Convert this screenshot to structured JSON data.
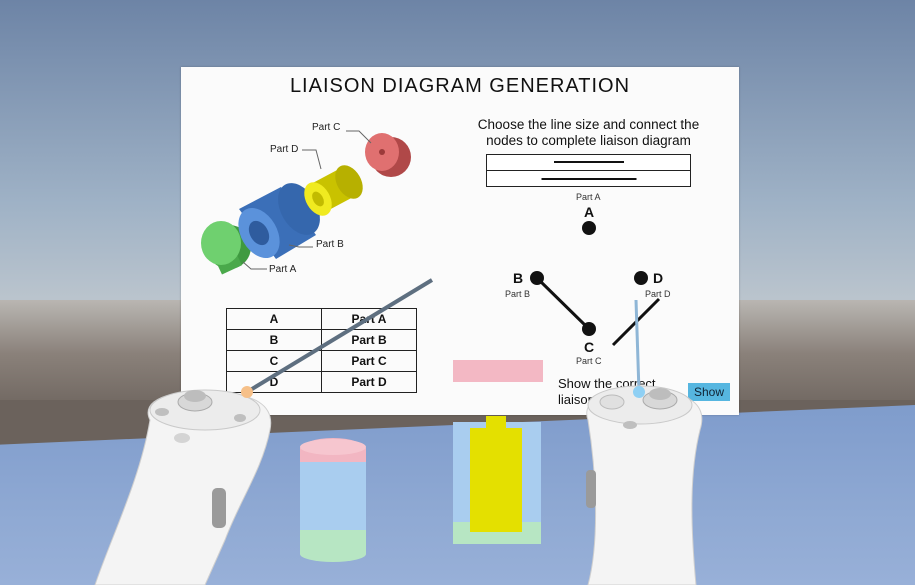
{
  "board": {
    "title": "LIAISON DIAGRAM GENERATION",
    "instruction_line1": "Choose the line size and connect the",
    "instruction_line2": "nodes to complete liaison diagram",
    "line_options": [
      {
        "name": "thin-line",
        "thickness": "thin"
      },
      {
        "name": "thick-line",
        "thickness": "thick"
      }
    ],
    "part_labels": {
      "a": "Part A",
      "b": "Part B",
      "c": "Part C",
      "d": "Part D"
    },
    "nodes": {
      "a": {
        "letter": "A",
        "sub": "Part A"
      },
      "b": {
        "letter": "B",
        "sub": "Part B"
      },
      "c": {
        "letter": "C",
        "sub": "Part C"
      },
      "d": {
        "letter": "D",
        "sub": "Part D"
      }
    },
    "parts_table": [
      [
        "A",
        "Part A"
      ],
      [
        "B",
        "Part B"
      ],
      [
        "C",
        "Part C"
      ],
      [
        "D",
        "Part D"
      ]
    ],
    "show_text_line1": "Show the correct",
    "show_text_line2": "liaison diagram",
    "show_button": "Show"
  },
  "colors": {
    "part_a": "#5cbf5c",
    "part_b": "#4f86d0",
    "part_c": "#d25a5a",
    "part_d": "#e8e000",
    "show_button": "#56b6e0",
    "pink_block": "#f3b8c4"
  },
  "icons": [
    "vr-controller-left-icon",
    "vr-controller-right-icon"
  ]
}
